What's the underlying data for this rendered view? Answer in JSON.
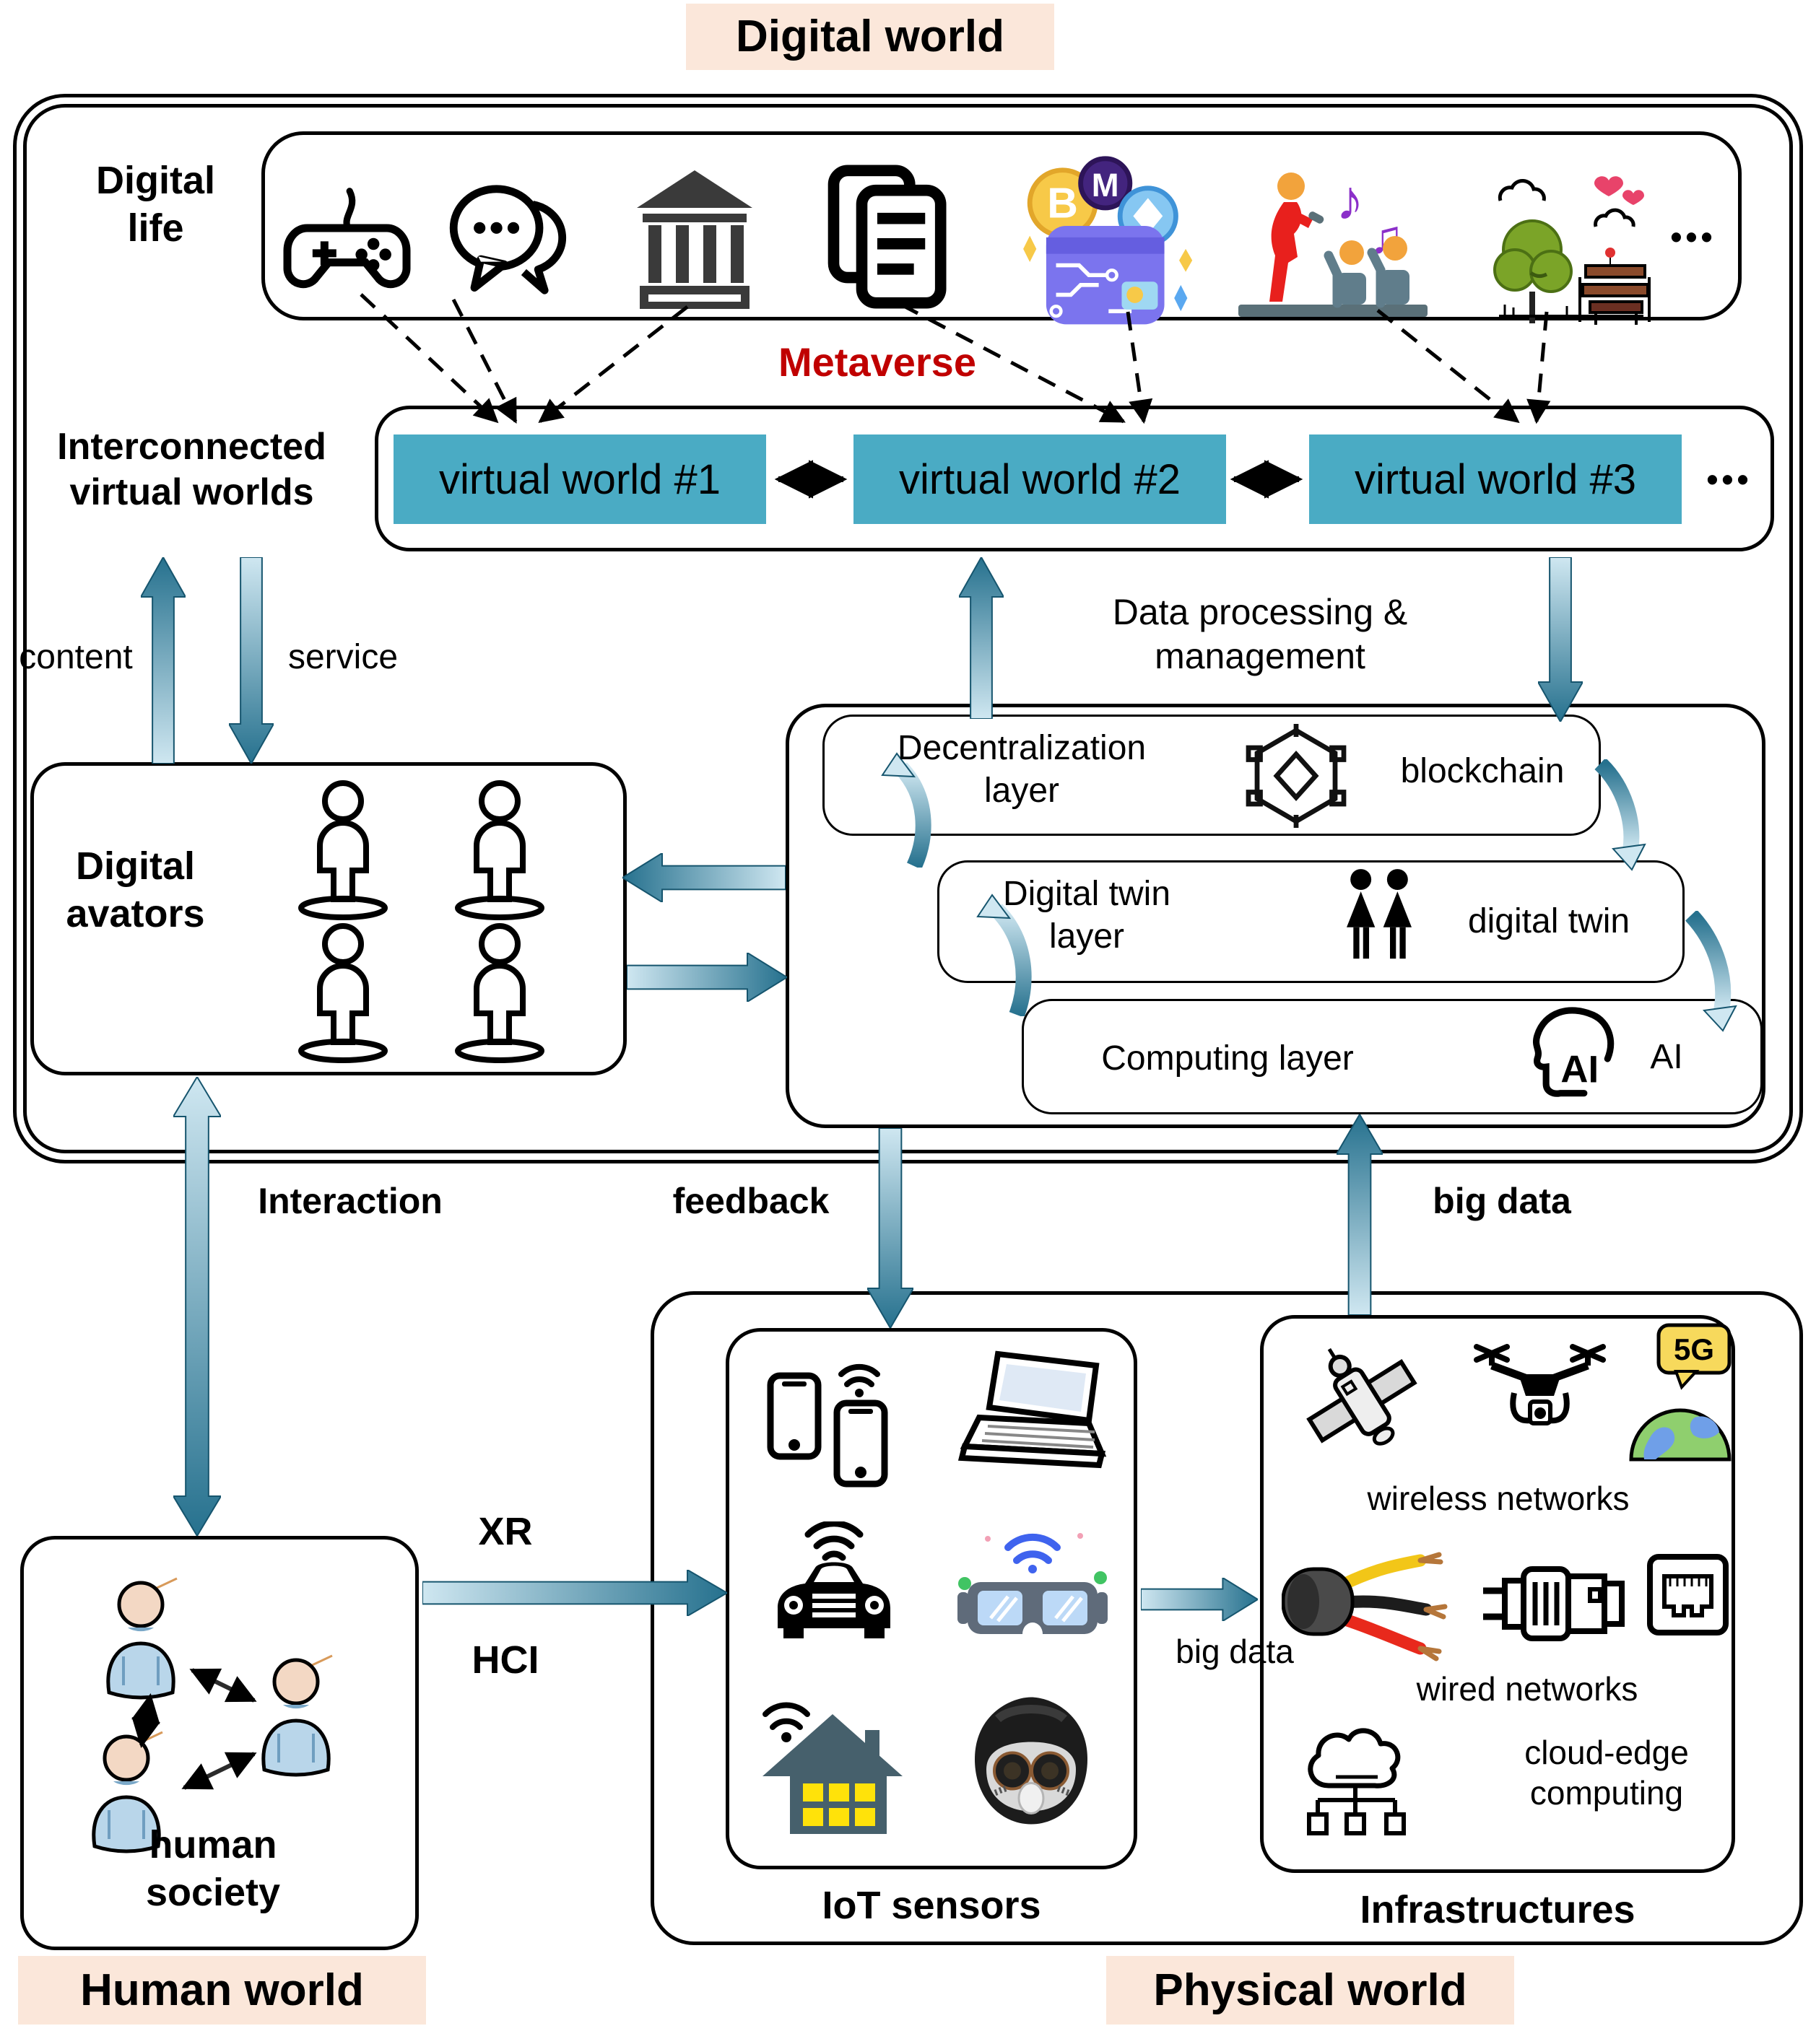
{
  "digital_world": {
    "label": "Digital world"
  },
  "human_world": {
    "label": "Human world"
  },
  "physical_world": {
    "label": "Physical world"
  },
  "metaverse": {
    "label": "Metaverse"
  },
  "digital_life": {
    "label_line1": "Digital",
    "label_line2": "life",
    "ellipsis": "•••",
    "music_note_1": "♪",
    "music_note_2": "♫",
    "coin_b": "B",
    "coin_m": "M"
  },
  "virtual_worlds": {
    "label_line1": "Interconnected",
    "label_line2": "virtual worlds",
    "world1": "virtual world #1",
    "world2": "virtual world #2",
    "world3": "virtual world #3",
    "ellipsis": "•••"
  },
  "flows": {
    "content": "content",
    "service": "service",
    "data_processing_line1": "Data processing &",
    "data_processing_line2": "management",
    "interaction": "Interaction",
    "feedback": "feedback",
    "big_data_up": "big data",
    "big_data_right": "big data",
    "xr": "XR",
    "hci": "HCI"
  },
  "avatars": {
    "label_line1": "Digital",
    "label_line2": "avators"
  },
  "layers": {
    "decentralization": {
      "line1": "Decentralization",
      "line2": "layer",
      "tech": "blockchain"
    },
    "digital_twin": {
      "line1": "Digital twin",
      "line2": "layer",
      "tech": "digital twin"
    },
    "computing": {
      "label": "Computing layer",
      "tech": "AI",
      "icon_glyph": "AI"
    }
  },
  "human_society": {
    "line1": "human",
    "line2": "society"
  },
  "iot": {
    "label": "IoT sensors"
  },
  "infrastructure": {
    "label": "Infrastructures",
    "wireless": "wireless networks",
    "wired": "wired networks",
    "cloud_line1": "cloud-edge",
    "cloud_line2": "computing",
    "badge_5g": "5G"
  },
  "colors": {
    "accent_teal": "#4aabc4",
    "label_peach": "#fbe7da",
    "metaverse_red": "#c00000",
    "arrow_light": "#cfe7f1",
    "arrow_dark": "#26718e",
    "arrow_outline": "#16556e"
  }
}
